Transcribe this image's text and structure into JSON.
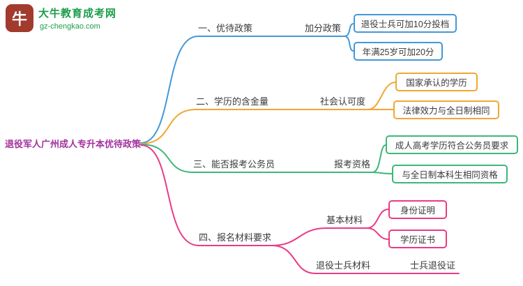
{
  "logo": {
    "title": "大牛教育成考网",
    "subtitle": "gz-chengkao.com",
    "icon_glyph": "牛",
    "brand_green": "#1b9d4b",
    "icon_red": "#a23a2e"
  },
  "mindmap": {
    "root": {
      "label": "退役军人广州成人专升本优待政策",
      "color": "#a3309f"
    },
    "branches": [
      {
        "label": "一、优待政策",
        "color": "#4398d8",
        "children": [
          {
            "label": "加分政策",
            "leaves": [
              "退役士兵可加10分投档",
              "年满25岁可加20分"
            ]
          }
        ]
      },
      {
        "label": "二、学历的含金量",
        "color": "#f0a732",
        "children": [
          {
            "label": "社会认可度",
            "leaves": [
              "国家承认的学历",
              "法律效力与全日制相同"
            ]
          }
        ]
      },
      {
        "label": "三、能否报考公务员",
        "color": "#3cb878",
        "children": [
          {
            "label": "报考资格",
            "leaves": [
              "成人高考学历符合公务员要求",
              "与全日制本科生相同资格"
            ]
          }
        ]
      },
      {
        "label": "四、报名材料要求",
        "color": "#e93a86",
        "children": [
          {
            "label": "基本材料",
            "leaves": [
              "身份证明",
              "学历证书"
            ]
          },
          {
            "label": "退役士兵材料",
            "leaves": [
              "士兵退役证"
            ]
          }
        ]
      }
    ]
  }
}
